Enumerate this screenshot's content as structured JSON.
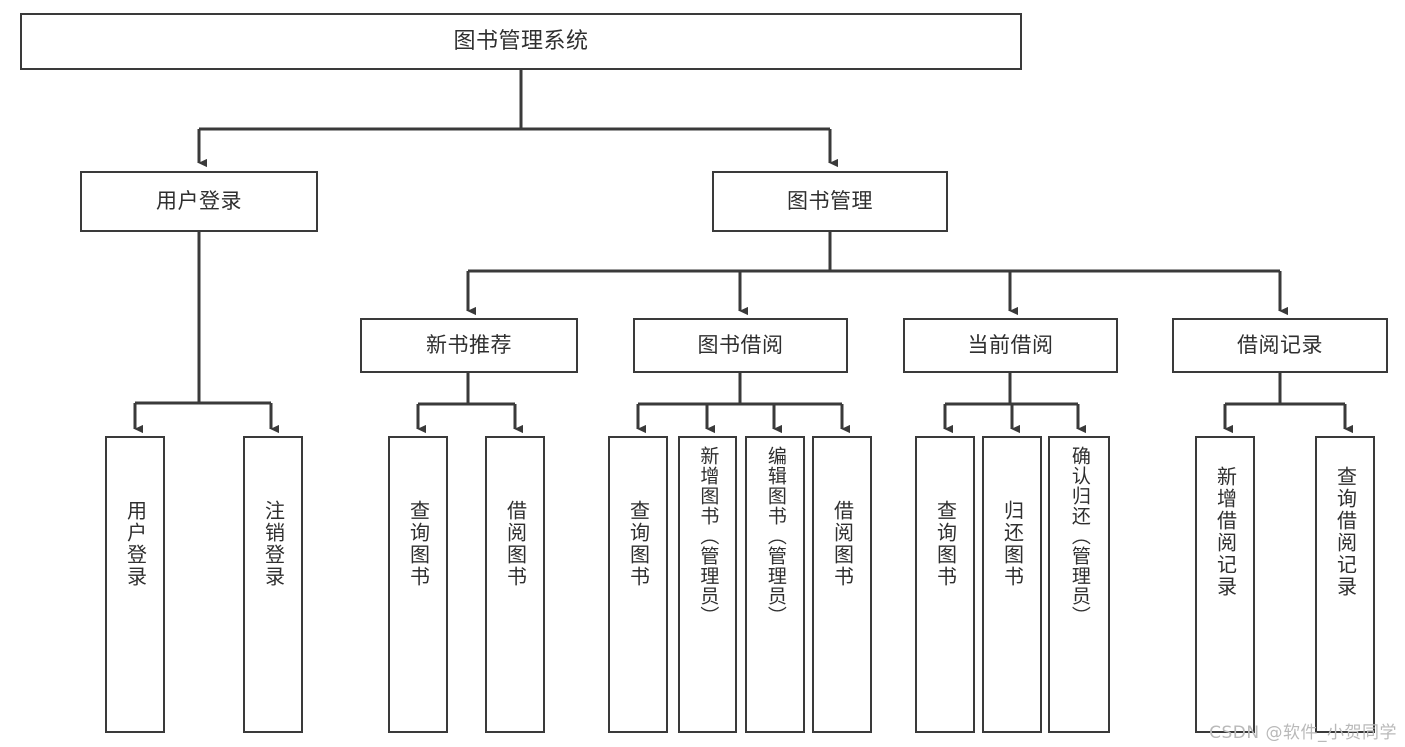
{
  "diagram": {
    "title": "图书管理系统",
    "watermark": "CSDN @软件_小贺同学",
    "colors": {
      "stroke": "#3a3a3a",
      "text": "#2f2f2f",
      "background": "#ffffff",
      "watermark": "#b9b9b9"
    },
    "nodes": {
      "root": {
        "label": "图书管理系统"
      },
      "user_login": {
        "label": "用户登录"
      },
      "book_manage": {
        "label": "图书管理"
      },
      "new_book_rec": {
        "label": "新书推荐"
      },
      "book_borrow": {
        "label": "图书借阅"
      },
      "current_borrow": {
        "label": "当前借阅"
      },
      "borrow_record": {
        "label": "借阅记录"
      },
      "leaf_user_login": {
        "label": "用户登录"
      },
      "leaf_logout": {
        "label": "注销登录"
      },
      "leaf_query_book_1": {
        "label": "查询图书"
      },
      "leaf_borrow_book_1": {
        "label": "借阅图书"
      },
      "leaf_query_book_2": {
        "label": "查询图书"
      },
      "leaf_add_book": {
        "label": "新增图书（管理员）"
      },
      "leaf_edit_book": {
        "label": "编辑图书（管理员）"
      },
      "leaf_borrow_book_2": {
        "label": "借阅图书"
      },
      "leaf_query_book_3": {
        "label": "查询图书"
      },
      "leaf_return_book": {
        "label": "归还图书"
      },
      "leaf_confirm_return": {
        "label": "确认归还（管理员）"
      },
      "leaf_add_record": {
        "label": "新增借阅记录"
      },
      "leaf_query_record": {
        "label": "查询借阅记录"
      }
    }
  },
  "chart_data": {
    "type": "tree-diagram",
    "title": "图书管理系统",
    "levels": 4,
    "hierarchy": {
      "label": "图书管理系统",
      "children": [
        {
          "label": "用户登录",
          "children": [
            {
              "label": "用户登录"
            },
            {
              "label": "注销登录"
            }
          ]
        },
        {
          "label": "图书管理",
          "children": [
            {
              "label": "新书推荐",
              "children": [
                {
                  "label": "查询图书"
                },
                {
                  "label": "借阅图书"
                }
              ]
            },
            {
              "label": "图书借阅",
              "children": [
                {
                  "label": "查询图书"
                },
                {
                  "label": "新增图书（管理员）"
                },
                {
                  "label": "编辑图书（管理员）"
                },
                {
                  "label": "借阅图书"
                }
              ]
            },
            {
              "label": "当前借阅",
              "children": [
                {
                  "label": "查询图书"
                },
                {
                  "label": "归还图书"
                },
                {
                  "label": "确认归还（管理员）"
                }
              ]
            },
            {
              "label": "借阅记录",
              "children": [
                {
                  "label": "新增借阅记录"
                },
                {
                  "label": "查询借阅记录"
                }
              ]
            }
          ]
        }
      ]
    }
  }
}
